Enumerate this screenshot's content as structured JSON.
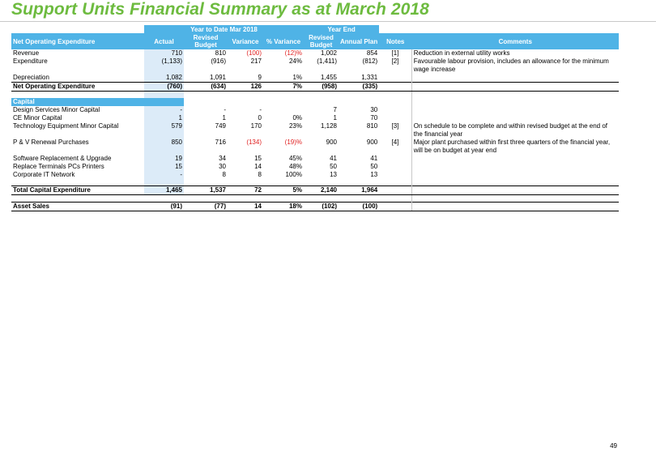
{
  "title": "Support Units Financial Summary as at March 2018",
  "headers": {
    "group_ytd": "Year to Date Mar 2018",
    "group_ye": "Year End",
    "section": "Net Operating Expenditure",
    "actual": "Actual",
    "revised_budget_1": "Revised",
    "revised_budget_2": "Budget",
    "variance": "Variance",
    "pct_variance": "% Variance",
    "ye_revised_1": "Revised",
    "ye_revised_2": "Budget",
    "annual_plan": "Annual Plan",
    "notes": "Notes",
    "comments": "Comments"
  },
  "operating": [
    {
      "label": "Revenue",
      "actual": "710",
      "budget": "810",
      "variance": "(100)",
      "pct": "(12)%",
      "ye_budget": "1,002",
      "annual": "854",
      "note": "[1]",
      "comment": "Reduction in external utility works"
    },
    {
      "label": "Expenditure",
      "actual": "(1,133)",
      "budget": "(916)",
      "variance": "217",
      "pct": "24%",
      "ye_budget": "(1,411)",
      "annual": "(812)",
      "note": "[2]",
      "comment": "Favourable labour provision, includes an allowance for the minimum wage increase"
    },
    {
      "label": "Depreciation",
      "actual": "1,082",
      "budget": "1,091",
      "variance": "9",
      "pct": "1%",
      "ye_budget": "1,455",
      "annual": "1,331",
      "note": "",
      "comment": ""
    }
  ],
  "operating_total": {
    "label": "Net Operating Expenditure",
    "actual": "(760)",
    "budget": "(634)",
    "variance": "126",
    "pct": "7%",
    "ye_budget": "(958)",
    "annual": "(335)"
  },
  "capital_header": "Capital",
  "capital": [
    {
      "label": "Design Services Minor Capital",
      "actual": "-",
      "budget": "-",
      "variance": "-",
      "pct": "",
      "ye_budget": "7",
      "annual": "30",
      "note": "",
      "comment": ""
    },
    {
      "label": "CE Minor Capital",
      "actual": "1",
      "budget": "1",
      "variance": "0",
      "pct": "0%",
      "ye_budget": "1",
      "annual": "70",
      "note": "",
      "comment": ""
    },
    {
      "label": "Technology Equipment Minor Capital",
      "actual": "579",
      "budget": "749",
      "variance": "170",
      "pct": "23%",
      "ye_budget": "1,128",
      "annual": "810",
      "note": "[3]",
      "comment": "On schedule to be complete and within revised budget at the end of the financial year"
    },
    {
      "label": "P & V Renewal Purchases",
      "actual": "850",
      "budget": "716",
      "variance": "(134)",
      "pct": "(19)%",
      "ye_budget": "900",
      "annual": "900",
      "note": "[4]",
      "comment": "Major plant purchased within first three quarters of the financial year, will be on budget at year end"
    },
    {
      "label": "Software Replacement & Upgrade",
      "actual": "19",
      "budget": "34",
      "variance": "15",
      "pct": "45%",
      "ye_budget": "41",
      "annual": "41",
      "note": "",
      "comment": ""
    },
    {
      "label": "Replace Terminals PCs Printers",
      "actual": "15",
      "budget": "30",
      "variance": "14",
      "pct": "48%",
      "ye_budget": "50",
      "annual": "50",
      "note": "",
      "comment": ""
    },
    {
      "label": "Corporate IT Network",
      "actual": "-",
      "budget": "8",
      "variance": "8",
      "pct": "100%",
      "ye_budget": "13",
      "annual": "13",
      "note": "",
      "comment": ""
    }
  ],
  "capital_total": {
    "label": "Total Capital Expenditure",
    "actual": "1,465",
    "budget": "1,537",
    "variance": "72",
    "pct": "5%",
    "ye_budget": "2,140",
    "annual": "1,964"
  },
  "asset_sales": {
    "label": "Asset Sales",
    "actual": "(91)",
    "budget": "(77)",
    "variance": "14",
    "pct": "18%",
    "ye_budget": "(102)",
    "annual": "(100)"
  },
  "page_number": "49"
}
